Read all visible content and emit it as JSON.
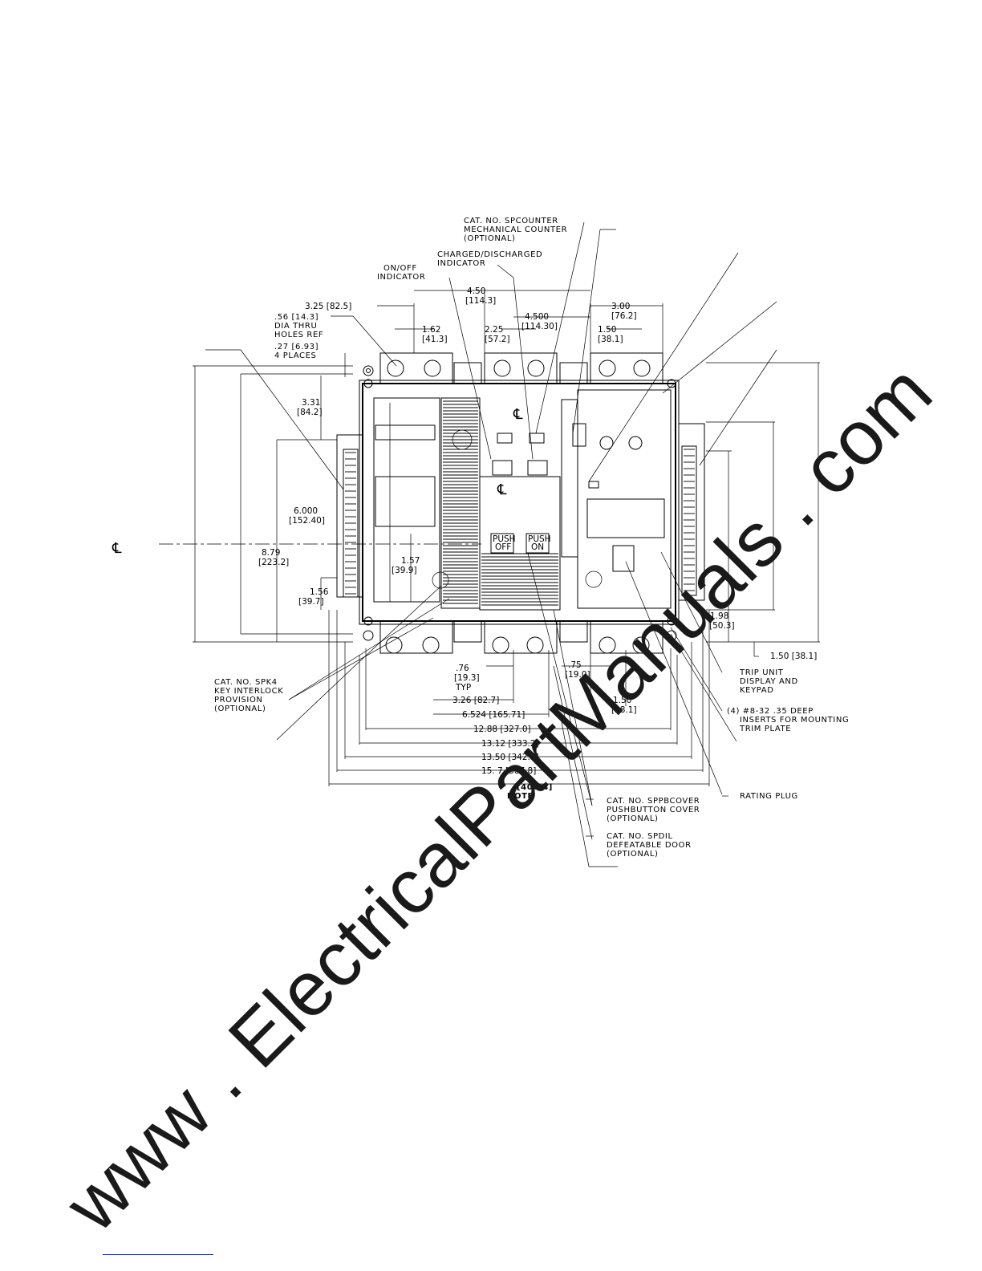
{
  "watermark": "www . ElectricalPartManuals . com",
  "centerline_symbol": "℄",
  "callouts": {
    "counter": [
      "CAT. NO. SPCOUNTER",
      "MECHANICAL COUNTER",
      "(OPTIONAL)"
    ],
    "charged": [
      "CHARGED/DISCHARGED",
      "INDICATOR"
    ],
    "onoff": [
      "ON/OFF",
      "INDICATOR"
    ],
    "holes": [
      ".56 [14.3]",
      "DIA THRU",
      "HOLES REF"
    ],
    "places": [
      ".27 [6.93]",
      "4 PLACES"
    ],
    "spk4": [
      "CAT. NO. SPK4",
      "KEY INTERLOCK",
      "PROVISION",
      "(OPTIONAL)"
    ],
    "trip": [
      "TRIP UNIT",
      "DISPLAY AND",
      "KEYPAD"
    ],
    "inserts": [
      "(4) #8-32 .35 DEEP",
      "INSERTS FOR MOUNTING",
      "TRIM PLATE"
    ],
    "rating": [
      "RATING PLUG"
    ],
    "pbcover": [
      "CAT. NO. SPPBCOVER",
      "PUSHBUTTON COVER",
      "(OPTIONAL)"
    ],
    "door": [
      "CAT. NO. SPDIL",
      "DEFEATABLE DOOR",
      "(OPTIONAL)"
    ],
    "note": [
      "[406.4]",
      "NOTE"
    ]
  },
  "top_dims": {
    "d325": "3.25 [82.5]",
    "d450_a": "4.50",
    "d450_b": "[114.3]",
    "d4500_a": "4.500",
    "d4500_b": "[114.30]",
    "d300_a": "3.00",
    "d300_b": "[76.2]",
    "d162_a": "1.62",
    "d162_b": "[41.3]",
    "d225_a": "2.25",
    "d225_b": "[57.2]",
    "d150_a": "1.50",
    "d150_b": "[38.1]"
  },
  "left_dims": {
    "d331_a": "3.31",
    "d331_b": "[84.2]",
    "d6000_a": "6.000",
    "d6000_b": "[152.40]",
    "d879_a": "8.79",
    "d879_b": "[223.2]",
    "d156_a": "1.56",
    "d156_b": "[39.7]",
    "d157_a": "1.57",
    "d157_b": "[39.9]"
  },
  "right_dims": {
    "d198_a": "1.98",
    "d198_b": "[50.3]",
    "d150r": "1.50 [38.1]"
  },
  "bottom_dims": {
    "d76_a": ".76",
    "d76_b": "[19.3]",
    "d76_c": "TYP",
    "d75_a": ".75",
    "d75_b": "[19.0]",
    "d150b_a": "1.50",
    "d150b_b": "[38.1]",
    "d326": "3.26 [82.7]",
    "d6524": "6.524 [165.71]",
    "d1288": "12.88 [327.0]",
    "d1312": "13.12 [333.2]",
    "d1350": "13.50 [342.9]",
    "d157w": "15. 7 [387.8]"
  },
  "panel_labels": {
    "push_off_1": [
      "PUSH",
      "OFF"
    ],
    "push_off_2": [
      "PUSH",
      "ON"
    ]
  }
}
